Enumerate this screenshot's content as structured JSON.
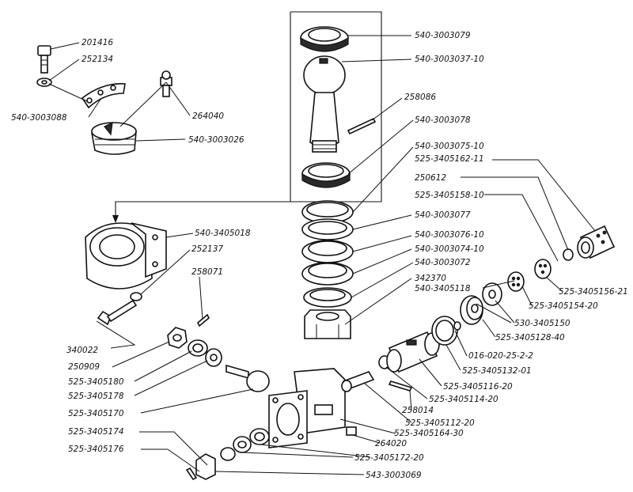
{
  "diagram": {
    "labels": {
      "l1": "540-3003079",
      "l2": "540-3003037-10",
      "l3": "258086",
      "l4": "540-3003078",
      "l5": "540-3003075-10",
      "l6": "525-3405162-11",
      "l7": "250612",
      "l8": "525-3405158-10",
      "l9": "540-3003077",
      "l10": "540-3003076-10",
      "l11": "540-3003074-10",
      "l12": "540-3003072",
      "l13": "342370",
      "l14": "540-3405118",
      "l15": "525-3405156-21",
      "l16": "525-3405154-20",
      "l17": "530-3405150",
      "l18": "525-3405128-40",
      "l19": "016-020-25-2-2",
      "l20": "525-3405132-01",
      "l21": "525-3405116-20",
      "l22": "525-3405114-20",
      "l23": "258014",
      "l24": "525-3405112-20",
      "l25": "525-3405164-30",
      "l26": "264020",
      "l27": "525-3405172-20",
      "l28": "543-3003069",
      "l29": "201416",
      "l30": "252134",
      "l31": "540-3003088",
      "l32": "264040",
      "l33": "540-3003026",
      "l34": "540-3405018",
      "l35": "252137",
      "l36": "258071",
      "l37": "340022",
      "l38": "250909",
      "l39": "525-3405180",
      "l40": "525-3405178",
      "l41": "525-3405170",
      "l42": "525-3405174",
      "l43": "525-3405176"
    }
  }
}
